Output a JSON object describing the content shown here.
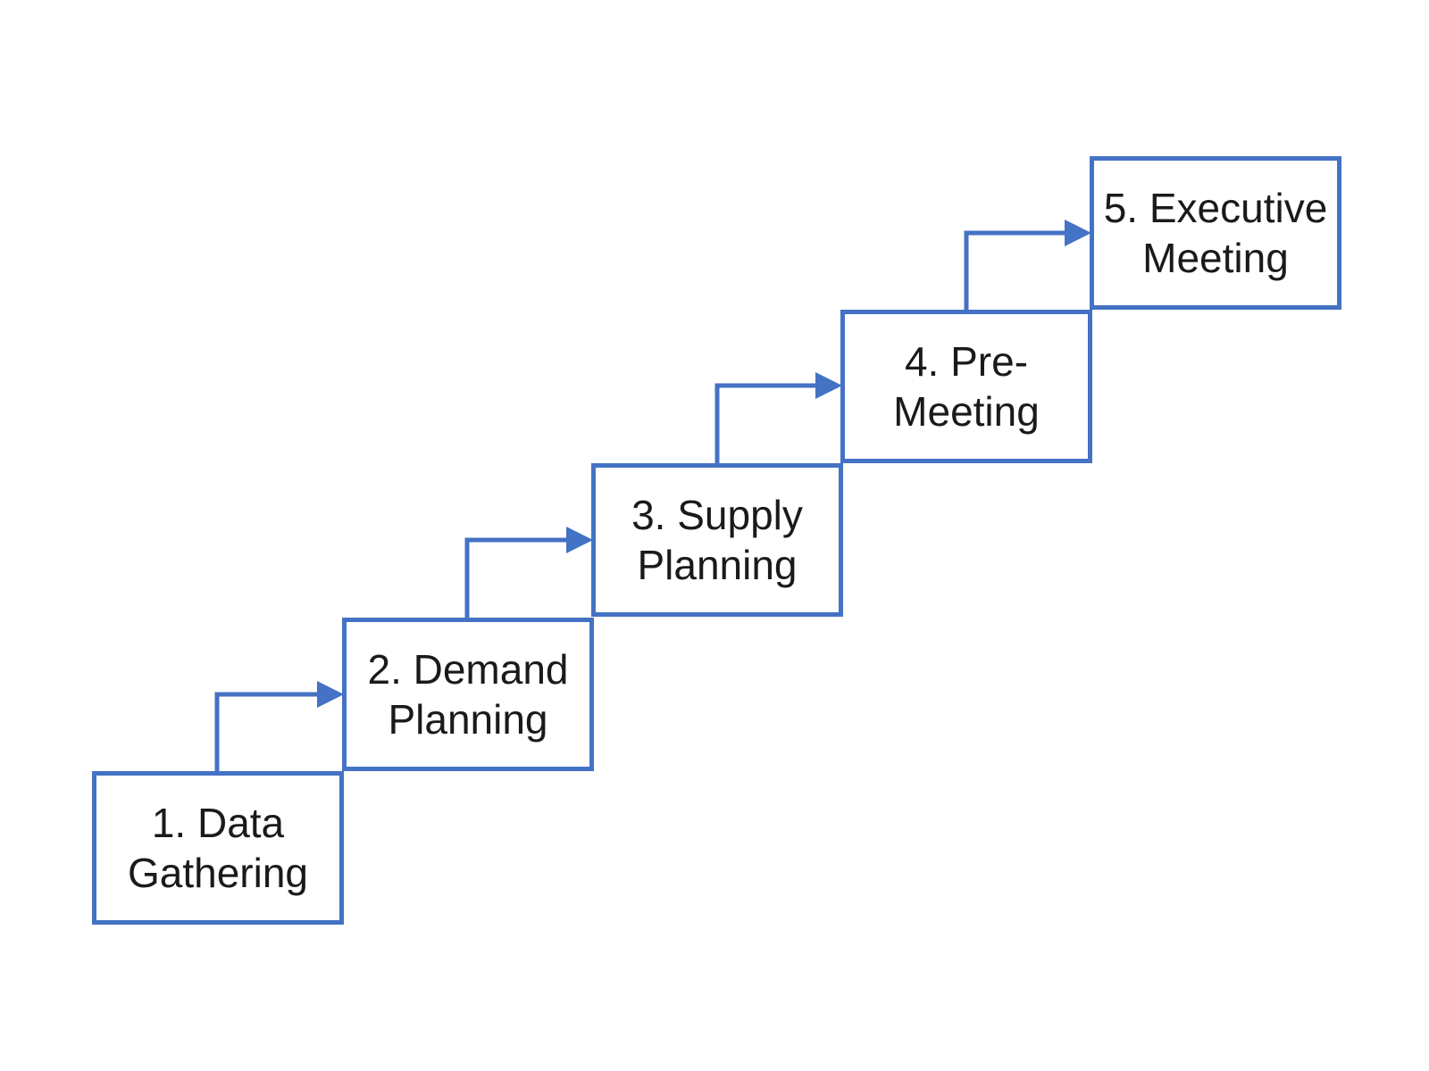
{
  "colors": {
    "border": "#4472c4",
    "arrow": "#4472c4",
    "text": "#1a1a1a",
    "background": "#ffffff"
  },
  "steps": [
    {
      "label": "1. Data\nGathering"
    },
    {
      "label": "2. Demand\nPlanning"
    },
    {
      "label": "3. Supply\nPlanning"
    },
    {
      "label": "4. Pre-\nMeeting"
    },
    {
      "label": "5. Executive\nMeeting"
    }
  ]
}
